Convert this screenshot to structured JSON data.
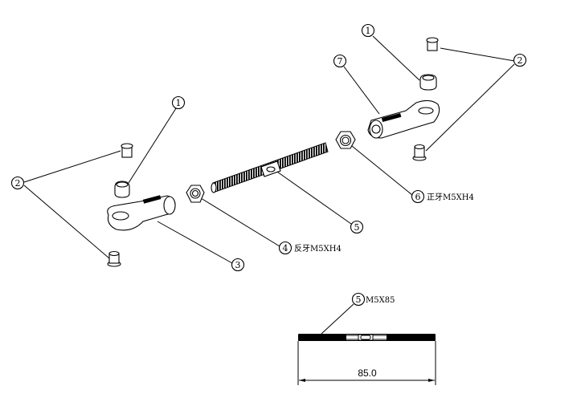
{
  "balloons": {
    "ball_top": "1",
    "bushing_top": "2",
    "rod_end_right": "7",
    "ball_left": "1",
    "bushing_left": "2",
    "nut_right": "6",
    "rod": "5",
    "nut_left": "4",
    "rod_end_left": "3",
    "rod_detail": "5"
  },
  "notes": {
    "nut_right_spec": "正牙M5XH4",
    "nut_left_spec": "反牙M5XH4",
    "rod_spec": "M5X85"
  },
  "dimension": {
    "rod_length": "85.0"
  }
}
